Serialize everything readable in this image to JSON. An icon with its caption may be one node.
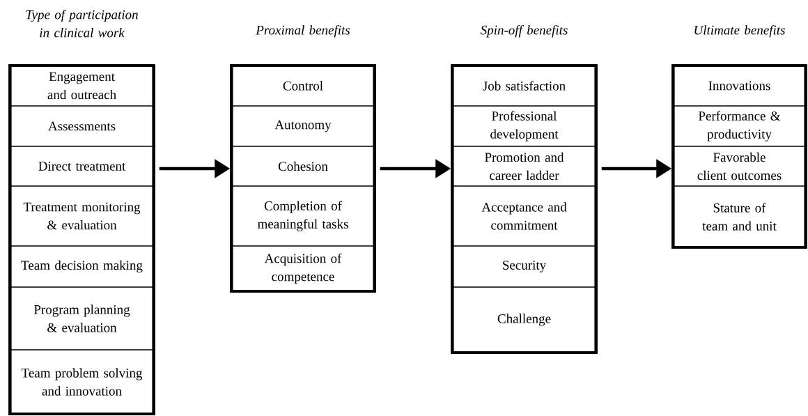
{
  "diagram": {
    "nodes": [
      {
        "text": [
          "Type of participation in clinical work"
        ]
      },
      {
        "text": [
          "Engagement and outreach"
        ],
        "in": 0
      },
      {
        "text": [
          "Assessments"
        ],
        "in": 0
      },
      {
        "text": [
          "Direct treatment"
        ],
        "in": 0
      },
      {
        "text": [
          "Treatment monitoring & evaluation"
        ],
        "in": 0
      },
      {
        "text": [
          "Team decision making"
        ],
        "in": 0
      },
      {
        "text": [
          "Program planning & evaluation"
        ],
        "in": 0
      },
      {
        "text": [
          "Team problem solving and innovation"
        ],
        "in": 0
      },
      {
        "text": [
          "Proximal benefits"
        ]
      },
      {
        "text": [
          "Control"
        ],
        "in": 8
      },
      {
        "text": [
          "Autonomy"
        ],
        "in": 8
      },
      {
        "text": [
          "Cohesion"
        ],
        "in": 8
      },
      {
        "text": [
          "Completion of meaningful tasks"
        ],
        "in": 8
      },
      {
        "text": [
          "Acquisition of competence"
        ],
        "in": 8
      },
      {
        "text": [
          "Spin-off benefits"
        ]
      },
      {
        "text": [
          "Job satisfaction"
        ],
        "in": 14
      },
      {
        "text": [
          "Professional development"
        ],
        "in": 14
      },
      {
        "text": [
          "Promotion and career ladder"
        ],
        "in": 14
      },
      {
        "text": [
          "Acceptance and commitment"
        ],
        "in": 14
      },
      {
        "text": [
          "Security"
        ],
        "in": 14
      },
      {
        "text": [
          "Challenge"
        ],
        "in": 14
      },
      {
        "text": [
          "Ultimate benefits"
        ]
      },
      {
        "text": [
          "Innovations"
        ],
        "in": 21
      },
      {
        "text": [
          "Performance & productivity"
        ],
        "in": 21
      },
      {
        "text": [
          "Favorable client outcomes"
        ],
        "in": 21
      },
      {
        "text": [
          "Stature of team and unit"
        ],
        "in": 21
      }
    ],
    "edges": [
      {
        "from": 0,
        "to": 8,
        "arrow": "to"
      },
      {
        "from": 8,
        "to": 14,
        "arrow": "to"
      },
      {
        "from": 14,
        "to": 21,
        "arrow": "to"
      }
    ]
  }
}
